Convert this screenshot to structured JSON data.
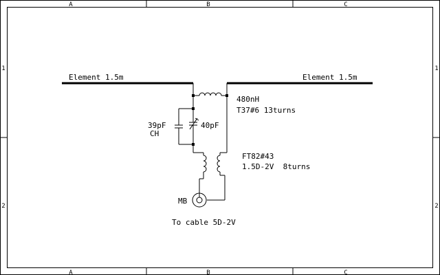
{
  "border": {
    "col_labels": [
      "A",
      "B",
      "C"
    ],
    "row_labels": [
      "1",
      "2"
    ]
  },
  "elements": {
    "left_label": "Element 1.5m",
    "right_label": "Element 1.5m"
  },
  "components": {
    "inductor_value": "480nH",
    "inductor_core": "T37#6 13turns",
    "fixed_cap_value": "39pF",
    "fixed_cap_type": "CH",
    "trimmer_cap_value": "40pF",
    "transformer_core": "FT82#43",
    "transformer_detail": "1.5D-2V  8turns",
    "connector_label": "MB",
    "cable_label": "To cable 5D-2V"
  }
}
